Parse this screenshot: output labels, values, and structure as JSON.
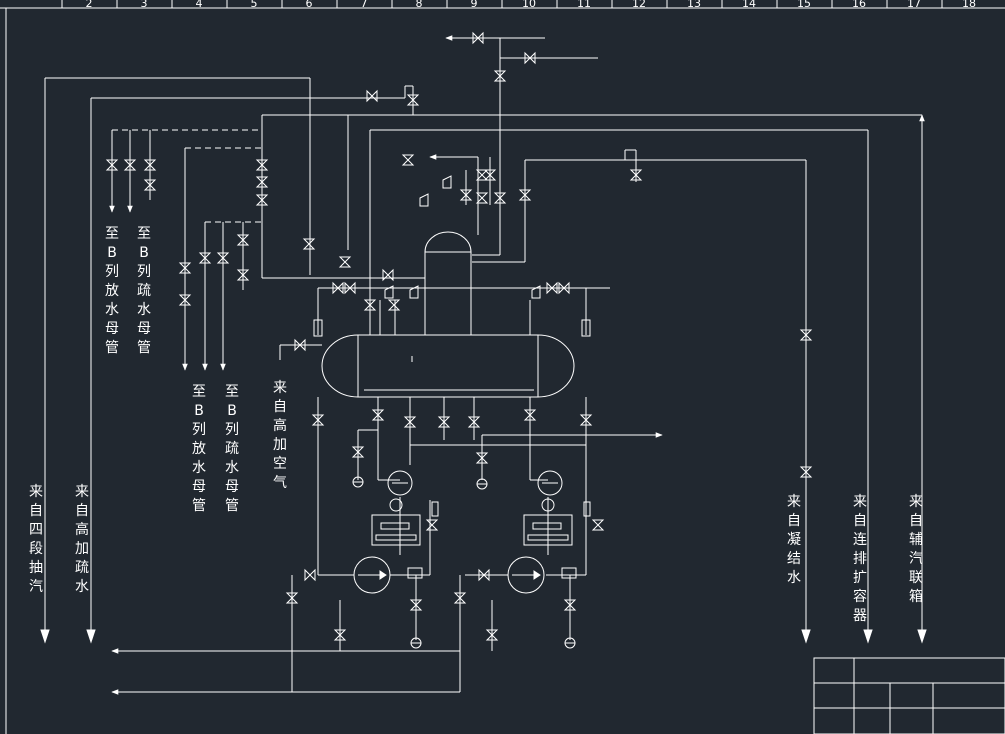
{
  "ruler": {
    "numbers": [
      "2",
      "3",
      "4",
      "5",
      "6",
      "7",
      "8",
      "9",
      "10",
      "11",
      "12",
      "13",
      "14",
      "15",
      "16",
      "17",
      "18"
    ]
  },
  "labels": {
    "to_b_drain_main_1": "至B列放水母管",
    "to_b_drain_main_2": "至B列疏水母管",
    "to_b_drain_main_3": "至B列放水母管",
    "to_b_drain_main_4": "至B列疏水母管",
    "from_hp_heater_air": "来自高加空气",
    "from_stage4_extraction": "来自四段抽汽",
    "from_hp_heater_drain": "来自高加疏水",
    "from_condensate": "来自凝结水",
    "from_cont_blowdown": "来自连排扩容器",
    "from_aux_steam_header": "来自辅汽联箱"
  },
  "colors": {
    "background": "#212830",
    "line": "#ffffff"
  }
}
